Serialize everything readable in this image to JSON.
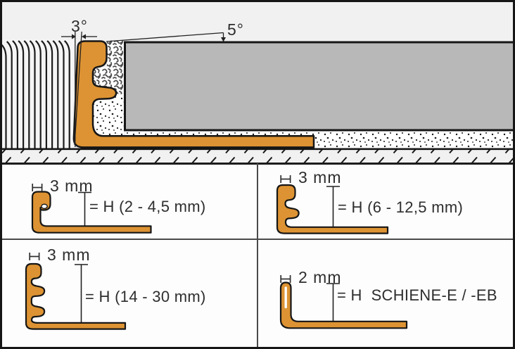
{
  "cross_section": {
    "wall_angle": "3°",
    "tile_slope_angle": "5°"
  },
  "variants": [
    {
      "width": "3 mm",
      "height": "= H (2 - 4,5 mm)"
    },
    {
      "width": "3 mm",
      "height": "= H (6 - 12,5 mm)"
    },
    {
      "width": "3 mm",
      "height": "= H (14 - 30 mm)"
    },
    {
      "width": "2 mm",
      "height": "= H  SCHIENE-E / -EB"
    }
  ],
  "colors": {
    "profile": "#DD9333",
    "tile": "#B8B8B8",
    "section_bg": "#F1F1F1",
    "panel_bg": "#FDFDFD",
    "outline": "#161616",
    "text": "#2E2E2E"
  }
}
